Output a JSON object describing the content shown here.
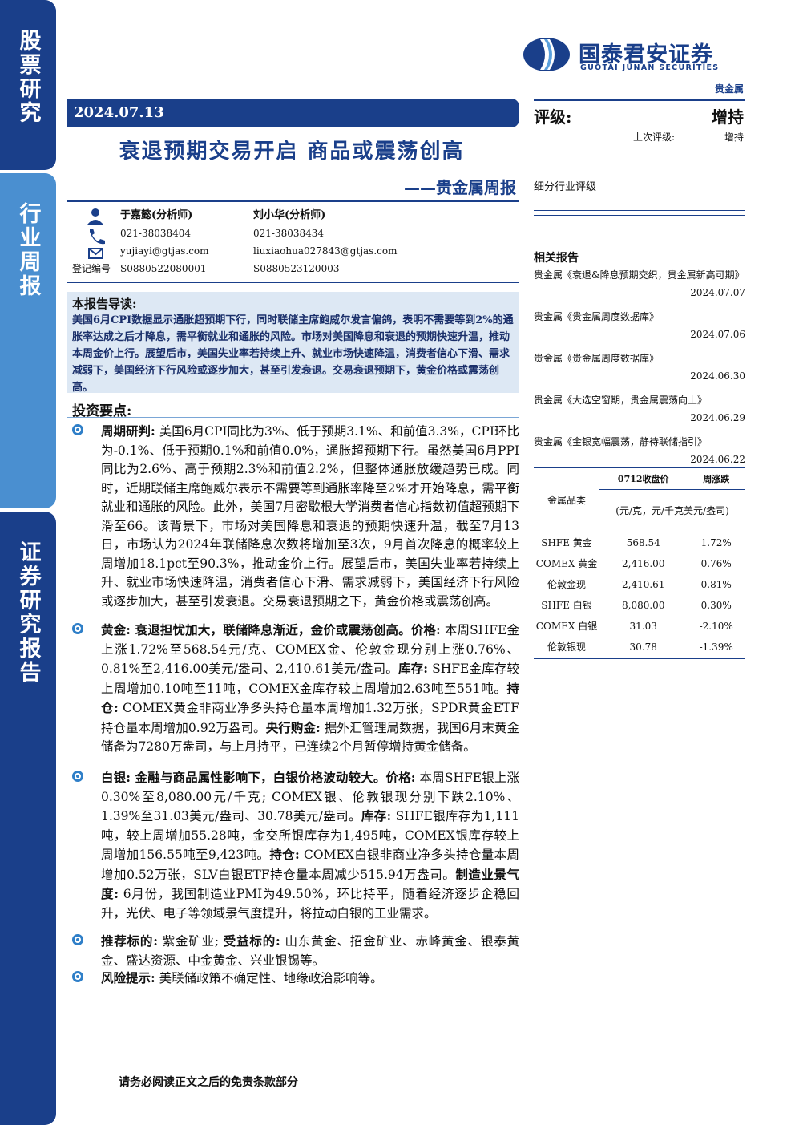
{
  "side_tabs": [
    "股票研究",
    "行业周报",
    "证券研究报告"
  ],
  "brand": {
    "cn": "国泰君安证券",
    "en": "GUOTAI JUNAN SECURITIES",
    "color": "#1a3f8a"
  },
  "sector": "贵金属",
  "date": "2024.07.13",
  "title": "衰退预期交易开启 商品或震荡创高",
  "subtitle": "——贵金属周报",
  "rating": {
    "label": "评级:",
    "value": "增持",
    "prev_label": "上次评级:",
    "prev_value": "增持",
    "sub": "细分行业评级"
  },
  "analysts": [
    {
      "name": "于嘉懿(分析师)",
      "phone": "021-38038404",
      "email": "yujiayi@gtjas.com",
      "reg": "S0880522080001"
    },
    {
      "name": "刘小华(分析师)",
      "phone": "021-38038434",
      "email": "liuxiaohua027843@gtjas.com",
      "reg": "S0880523120003"
    }
  ],
  "reg_label": "登记编号",
  "abstract": {
    "heading": "本报告导读:",
    "body": "美国6月CPI数据显示通胀超预期下行，同时联储主席鲍威尔发言偏鸽，表明不需要等到2%的通胀率达成之后才降息，需平衡就业和通胀的风险。市场对美国降息和衰退的预期快速升温，推动本周金价上行。展望后市，美国失业率若持续上升、就业市场快速降温，消费者信心下滑、需求减弱下，美国经济下行风险或逐步加大，甚至引发衰退。交易衰退预期下，黄金价格或震荡创高。"
  },
  "section_title": "投资要点:",
  "bullets": [
    {
      "parts": [
        {
          "t": "周期研判:",
          "b": true
        },
        {
          "t": " 美国6月CPI同比为3%、低于预期3.1%、和前值3.3%，CPI环比为-0.1%、低于预期0.1%和前值0.0%，通胀超预期下行。虽然美国6月PPI同比为2.6%、高于预期2.3%和前值2.2%，但整体通胀放缓趋势已成。同时，近期联储主席鲍威尔表示不需要等到通胀率降至2%才开始降息，需平衡就业和通胀的风险。此外，美国7月密歇根大学消费者信心指数初值超预期下滑至66。该背景下，市场对美国降息和衰退的预期快速升温，截至7月13日，市场认为2024年联储降息次数将增加至3次，9月首次降息的概率较上周增加18.1pct至90.3%，推动金价上行。展望后市，美国失业率若持续上升、就业市场快速降温，消费者信心下滑、需求减弱下，美国经济下行风险或逐步加大，甚至引发衰退。交易衰退预期之下，黄金价格或震荡创高。",
          "b": false
        }
      ]
    },
    {
      "parts": [
        {
          "t": "黄金: 衰退担忧加大，联储降息渐近，金价或震荡创高。价格:",
          "b": true
        },
        {
          "t": " 本周SHFE金上涨1.72%至568.54元/克、COMEX金、伦敦金现分别上涨0.76%、0.81%至2,416.00美元/盎司、2,410.61美元/盎司。",
          "b": false
        },
        {
          "t": "库存:",
          "b": true
        },
        {
          "t": " SHFE金库存较上周增加0.10吨至11吨，COMEX金库存较上周增加2.63吨至551吨。",
          "b": false
        },
        {
          "t": "持仓:",
          "b": true
        },
        {
          "t": " COMEX黄金非商业净多头持仓量本周增加1.32万张，SPDR黄金ETF持仓量本周增加0.92万盎司。",
          "b": false
        },
        {
          "t": "央行购金:",
          "b": true
        },
        {
          "t": " 据外汇管理局数据，我国6月末黄金储备为7280万盎司，与上月持平，已连续2个月暂停增持黄金储备。",
          "b": false
        }
      ]
    },
    {
      "parts": [
        {
          "t": "白银: 金融与商品属性影响下，白银价格波动较大。价格:",
          "b": true
        },
        {
          "t": " 本周SHFE银上涨0.30%至8,080.00元/千克; COMEX银、伦敦银现分别下跌2.10%、1.39%至31.03美元/盎司、30.78美元/盎司。",
          "b": false
        },
        {
          "t": "库存:",
          "b": true
        },
        {
          "t": " SHFE银库存为1,111吨，较上周增加55.28吨，金交所银库存为1,495吨，COMEX银库存较上周增加156.55吨至9,423吨。",
          "b": false
        },
        {
          "t": "持仓:",
          "b": true
        },
        {
          "t": " COMEX白银非商业净多头持仓量本周增加0.52万张，SLV白银ETF持仓量本周减少515.94万盎司。",
          "b": false
        },
        {
          "t": "制造业景气度:",
          "b": true
        },
        {
          "t": " 6月份，我国制造业PMI为49.50%，环比持平，随着经济逐步企稳回升，光伏、电子等领域景气度提升，将拉动白银的工业需求。",
          "b": false
        }
      ]
    },
    {
      "parts": [
        {
          "t": "推荐标的:",
          "b": true
        },
        {
          "t": " 紫金矿业; ",
          "b": false
        },
        {
          "t": "受益标的:",
          "b": true
        },
        {
          "t": " 山东黄金、招金矿业、赤峰黄金、银泰黄金、盛达资源、中金黄金、兴业银锡等。",
          "b": false
        }
      ]
    },
    {
      "parts": [
        {
          "t": "风险提示:",
          "b": true
        },
        {
          "t": " 美联储政策不确定性、地缘政治影响等。",
          "b": false
        }
      ]
    }
  ],
  "related": {
    "heading": "相关报告",
    "items": [
      {
        "title": "贵金属《衰退&降息预期交织，贵金属新高可期》",
        "date": "2024.07.07"
      },
      {
        "title": "贵金属《贵金属周度数据库》",
        "date": "2024.07.06"
      },
      {
        "title": "贵金属《贵金属周度数据库》",
        "date": "2024.06.30"
      },
      {
        "title": "贵金属《大选空窗期，贵金属震荡向上》",
        "date": "2024.06.29"
      },
      {
        "title": "贵金属《金银宽幅震荡，静待联储指引》",
        "date": "2024.06.22"
      }
    ]
  },
  "price_table": {
    "header": [
      "金属品类",
      "0712收盘价",
      "周涨跌"
    ],
    "unit": "(元/克，元/千克美元/盎司)",
    "rows": [
      [
        "SHFE 黄金",
        "568.54",
        "1.72%"
      ],
      [
        "COMEX 黄金",
        "2,416.00",
        "0.76%"
      ],
      [
        "伦敦金现",
        "2,410.61",
        "0.81%"
      ],
      [
        "SHFE 白银",
        "8,080.00",
        "0.30%"
      ],
      [
        "COMEX 白银",
        "31.03",
        "-2.10%"
      ],
      [
        "伦敦银现",
        "30.78",
        "-1.39%"
      ]
    ]
  },
  "footer": "请务必阅读正文之后的免责条款部分"
}
